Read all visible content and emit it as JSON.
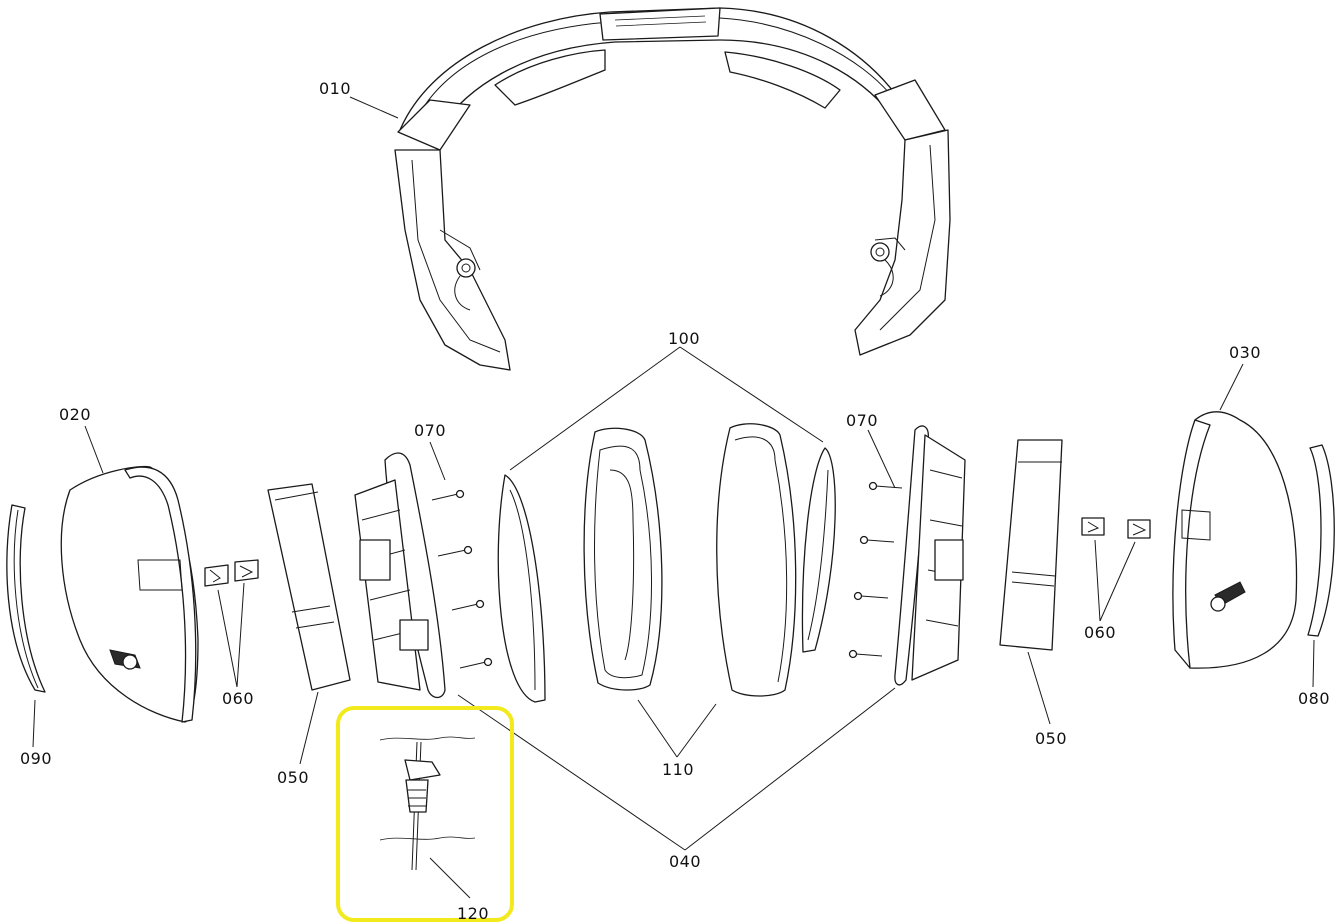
{
  "diagram": {
    "labels": {
      "headband": "010",
      "left_cup": "020",
      "right_cup": "030",
      "baffle": "040",
      "pad_left": "050",
      "pad_right": "050",
      "clips_left": "060",
      "clips_right": "060",
      "screws_left": "070",
      "screws_right": "070",
      "cover_right": "080",
      "cover_left": "090",
      "foam": "100",
      "cushions": "110",
      "cable": "120"
    },
    "highlight": {
      "color": "#f2ea1c",
      "target": "120"
    }
  }
}
